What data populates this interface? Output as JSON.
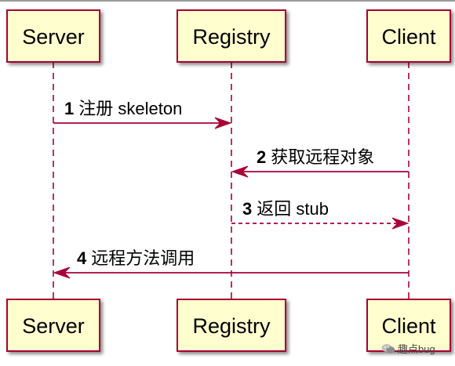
{
  "participants": [
    {
      "id": "server",
      "label": "Server"
    },
    {
      "id": "registry",
      "label": "Registry"
    },
    {
      "id": "client",
      "label": "Client"
    }
  ],
  "messages": [
    {
      "num": "1",
      "text": "注册 skeleton",
      "from": "server",
      "to": "registry",
      "style": "solid"
    },
    {
      "num": "2",
      "text": "获取远程对象",
      "from": "client",
      "to": "registry",
      "style": "solid"
    },
    {
      "num": "3",
      "text": "返回 stub",
      "from": "registry",
      "to": "client",
      "style": "dashed"
    },
    {
      "num": "4",
      "text": "远程方法调用",
      "from": "client",
      "to": "server",
      "style": "solid"
    }
  ],
  "watermark": {
    "text": "趣点bug",
    "icon": "wechat-icon"
  },
  "colors": {
    "box_fill": "#fefece",
    "box_border": "#a80036",
    "arrow": "#a80036"
  }
}
